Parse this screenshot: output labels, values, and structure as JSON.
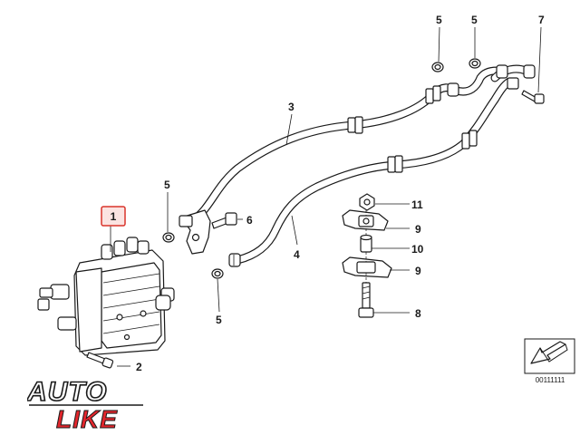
{
  "diagram": {
    "highlighted_callout": "1",
    "highlight_color": "#d9342b",
    "reference_code": "00111111",
    "callouts": [
      {
        "id": "c1",
        "label": "1"
      },
      {
        "id": "c2",
        "label": "2"
      },
      {
        "id": "c3",
        "label": "3"
      },
      {
        "id": "c4",
        "label": "4"
      },
      {
        "id": "c5a",
        "label": "5"
      },
      {
        "id": "c5b",
        "label": "5"
      },
      {
        "id": "c5c",
        "label": "5"
      },
      {
        "id": "c5d",
        "label": "5"
      },
      {
        "id": "c6",
        "label": "6"
      },
      {
        "id": "c7",
        "label": "7"
      },
      {
        "id": "c8",
        "label": "8"
      },
      {
        "id": "c9a",
        "label": "9"
      },
      {
        "id": "c9b",
        "label": "9"
      },
      {
        "id": "c10",
        "label": "10"
      },
      {
        "id": "c11",
        "label": "11"
      }
    ]
  },
  "watermark": {
    "word1": "AUTO",
    "word2": "LIKE",
    "accent_color": "#e3262c"
  }
}
